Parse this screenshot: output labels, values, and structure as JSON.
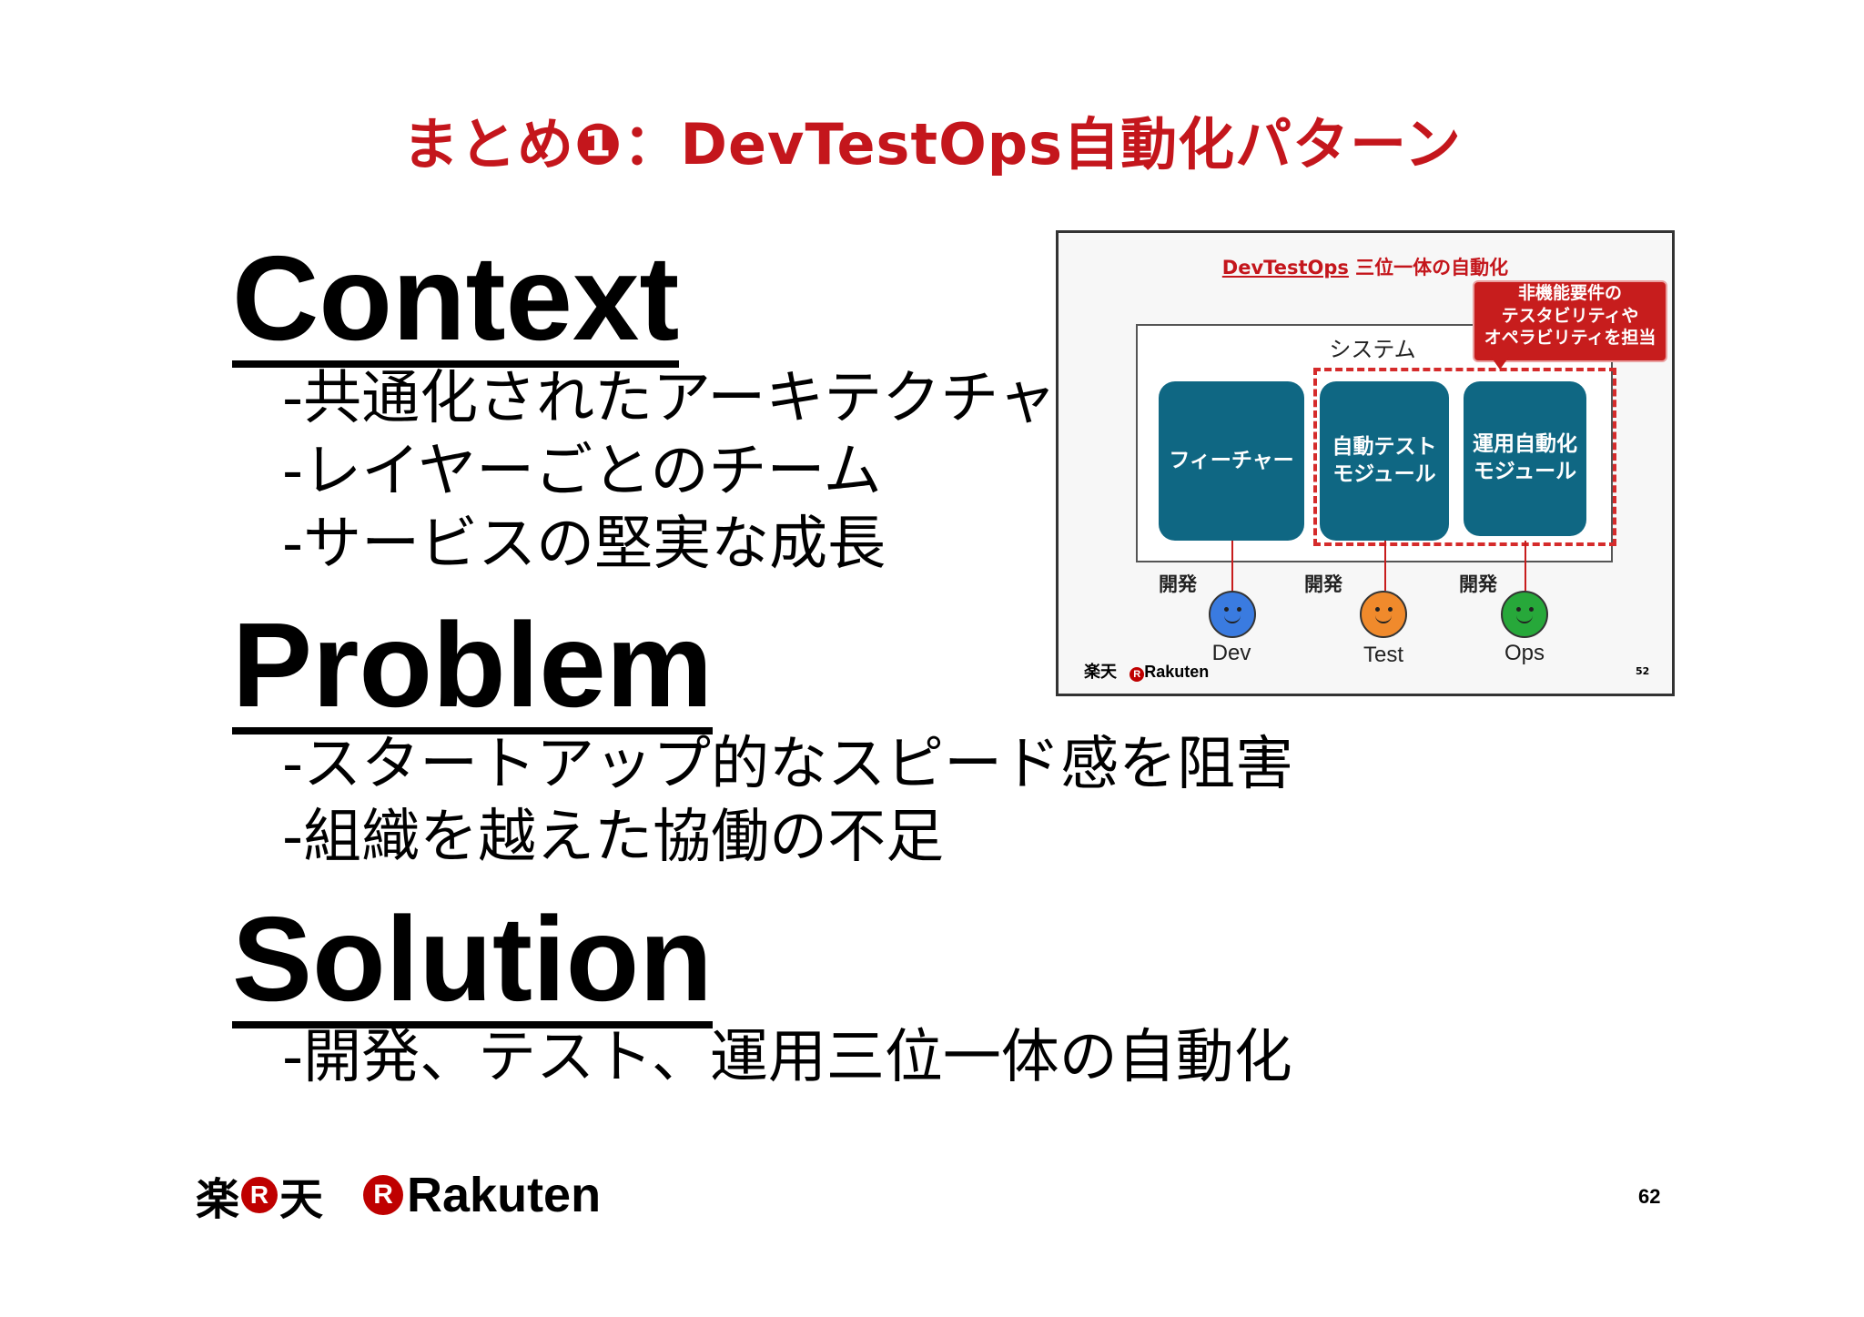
{
  "slide_title": "まとめ❶：DevTestOps自動化パターン",
  "sections": {
    "context": {
      "heading": "Context",
      "items": [
        "-共通化されたアーキテクチャ",
        "-レイヤーごとのチーム",
        "-サービスの堅実な成長"
      ]
    },
    "problem": {
      "heading": "Problem",
      "items": [
        "-スタートアップ的なスピード感を阻害",
        "-組織を越えた協働の不足"
      ]
    },
    "solution": {
      "heading": "Solution",
      "items": [
        "-開発、テスト、運用三位一体の自動化"
      ]
    }
  },
  "diagram": {
    "title_underlined": "DevTestOps",
    "title_rest": " 三位一体の自動化",
    "system_label": "システム",
    "callout": [
      "非機能要件の",
      "テスタビリティや",
      "オペラビリティを担当"
    ],
    "modules": [
      {
        "lines": [
          "フィーチャー"
        ]
      },
      {
        "lines": [
          "自動テスト",
          "モジュール"
        ]
      },
      {
        "lines": [
          "運用自動化",
          "モジュール"
        ]
      }
    ],
    "actors": [
      {
        "role": "開発",
        "name": "Dev",
        "color": "#3a7be0"
      },
      {
        "role": "開発",
        "name": "Test",
        "color": "#f08a2c"
      },
      {
        "role": "開発",
        "name": "Ops",
        "color": "#27a83a"
      }
    ],
    "logo_kanji": "楽天",
    "logo_r": "R",
    "logo_word": "Rakuten",
    "page_number": "52"
  },
  "footer": {
    "logo_kanji_left": "楽",
    "logo_r": "R",
    "logo_kanji_right": "天",
    "logo_word": "Rakuten",
    "page_number": "62"
  },
  "colors": {
    "accent_red": "#c4161c",
    "module_teal": "#0f6783"
  }
}
